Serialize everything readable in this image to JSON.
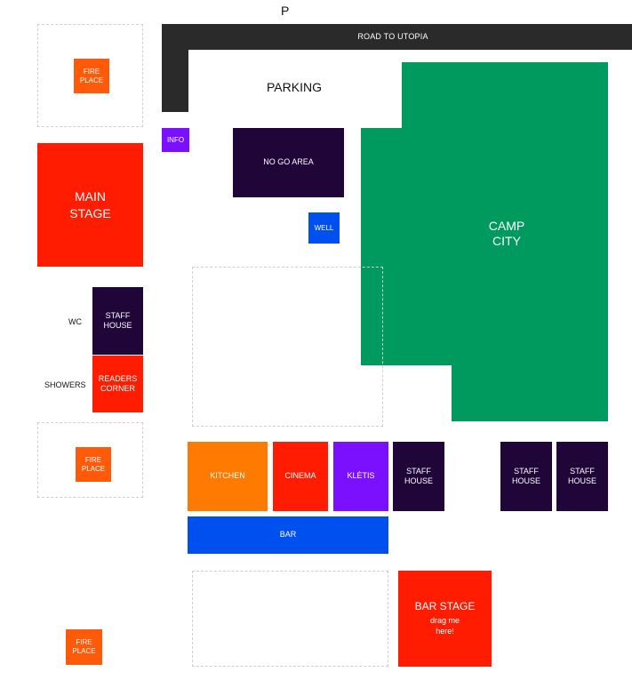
{
  "map": {
    "compass": "P",
    "road": "ROAD TO UTOPIA",
    "parking": "PARKING",
    "info": "INFO",
    "no_go": "NO GO AREA",
    "well": "WELL",
    "camp_city": "CAMP\nCITY",
    "main_stage": "MAIN\nSTAGE",
    "wc": "WC",
    "showers": "SHOWERS",
    "staff_house": "STAFF\nHOUSE",
    "readers_corner": "READERS\nCORNER",
    "fire_place": "FIRE\nPLACE",
    "kitchen": "KITCHEN",
    "cinema": "CINEMA",
    "kletis": "KLĖTIS",
    "bar": "BAR",
    "bar_stage": "BAR STAGE",
    "drag_hint": "drag me\nhere!"
  },
  "colors": {
    "fire": "#ff5a0a",
    "stage": "#ff1c00",
    "staff": "#1f0538",
    "info": "#7a10ff",
    "water": "#0050f0",
    "camp": "#009a5e",
    "kitchen": "#ff7a00",
    "road": "#2a2a2a"
  }
}
